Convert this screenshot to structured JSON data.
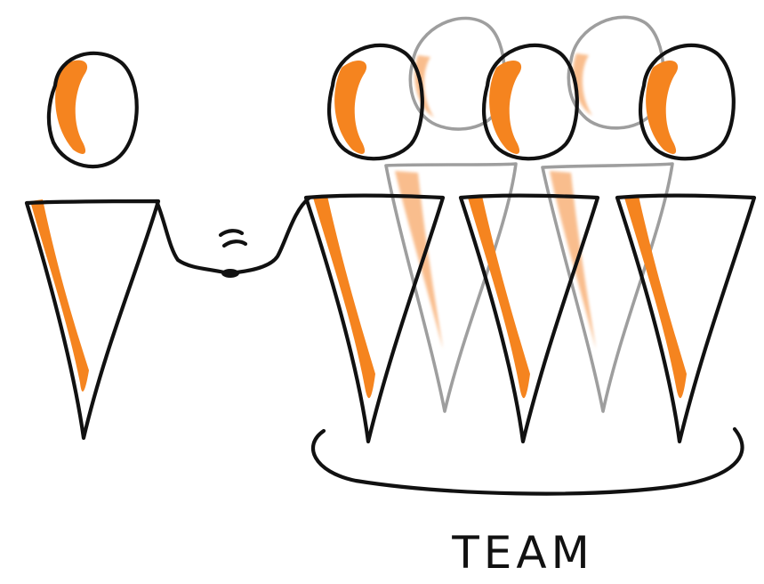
{
  "caption": "TEAM",
  "colors": {
    "accent": "#f5841f",
    "accent_faded": "#f8b27a",
    "ink": "#111111",
    "ghost_ink": "#8e8e8e",
    "background": "#ffffff"
  },
  "scene": {
    "front_team_members": 3,
    "back_team_members": 2,
    "individual": 1,
    "handshake": true
  }
}
